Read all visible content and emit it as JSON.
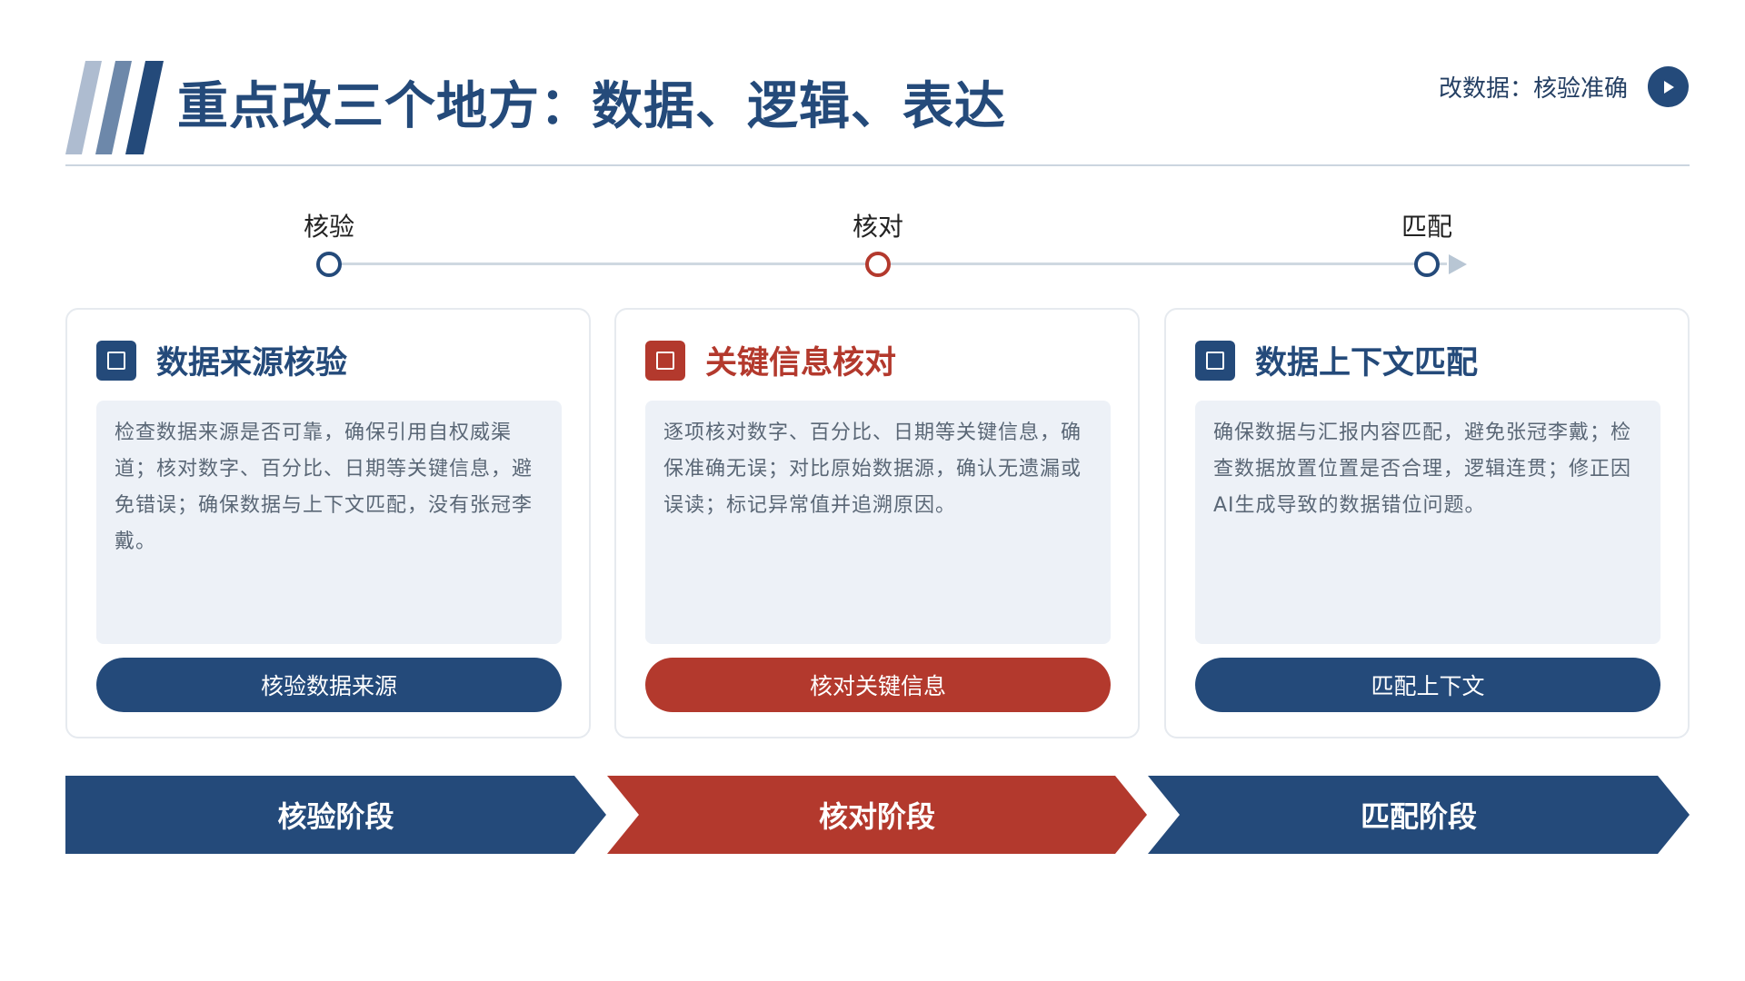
{
  "header": {
    "title": "重点改三个地方：数据、逻辑、表达",
    "top_right_label": "改数据：核验准确"
  },
  "timeline": {
    "steps": [
      {
        "label": "核验",
        "color": "#244a7a"
      },
      {
        "label": "核对",
        "color": "#b3392d"
      },
      {
        "label": "匹配",
        "color": "#244a7a"
      }
    ]
  },
  "cards": [
    {
      "title": "数据来源核验",
      "body": "检查数据来源是否可靠，确保引用自权威渠道；核对数字、百分比、日期等关键信息，避免错误；确保数据与上下文匹配，没有张冠李戴。",
      "button": "核验数据来源",
      "accent": "#244a7a"
    },
    {
      "title": "关键信息核对",
      "body": "逐项核对数字、百分比、日期等关键信息，确保准确无误；对比原始数据源，确认无遗漏或误读；标记异常值并追溯原因。",
      "button": "核对关键信息",
      "accent": "#b3392d"
    },
    {
      "title": "数据上下文匹配",
      "body": "确保数据与汇报内容匹配，避免张冠李戴；检查数据放置位置是否合理，逻辑连贯；修正因AI生成导致的数据错位问题。",
      "button": "匹配上下文",
      "accent": "#244a7a"
    }
  ],
  "phases": [
    {
      "label": "核验阶段",
      "color": "#244a7a"
    },
    {
      "label": "核对阶段",
      "color": "#b3392d"
    },
    {
      "label": "匹配阶段",
      "color": "#244a7a"
    }
  ],
  "colors": {
    "navy": "#244a7a",
    "red": "#b3392d",
    "card_body_bg": "#edf1f7",
    "divider": "#cbd5df"
  }
}
